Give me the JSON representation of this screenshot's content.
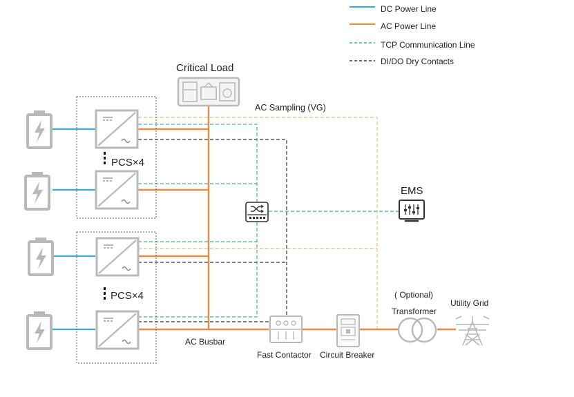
{
  "legend": {
    "dc": "DC Power Line",
    "ac": "AC Power Line",
    "tcp": "TCP Communication Line",
    "dido": "DI/DO Dry Contacts"
  },
  "labels": {
    "critical_load": "Critical Load",
    "ac_sampling": "AC Sampling (VG)",
    "pcs_group_1": "PCS×4",
    "pcs_group_2": "PCS×4",
    "ems": "EMS",
    "ac_busbar": "AC Busbar",
    "fast_contactor": "Fast Contactor",
    "circuit_breaker": "Circuit Breaker",
    "optional": "( Optional)",
    "transformer": "Transformer",
    "utility_grid": "Utility Grid"
  },
  "colors": {
    "dc_line": "#3aa9db",
    "ac_line": "#e98a3e",
    "tcp_line": "#3cb786",
    "dido_line": "#333333",
    "sampling_line": "#f0b98a",
    "icon_gray": "#b9b9b9"
  },
  "icons": [
    "battery-icon",
    "pcs-converter-icon",
    "network-switch-icon",
    "ems-monitor-icon",
    "critical-load-icon",
    "fast-contactor-icon",
    "circuit-breaker-icon",
    "transformer-icon",
    "utility-grid-tower-icon"
  ]
}
